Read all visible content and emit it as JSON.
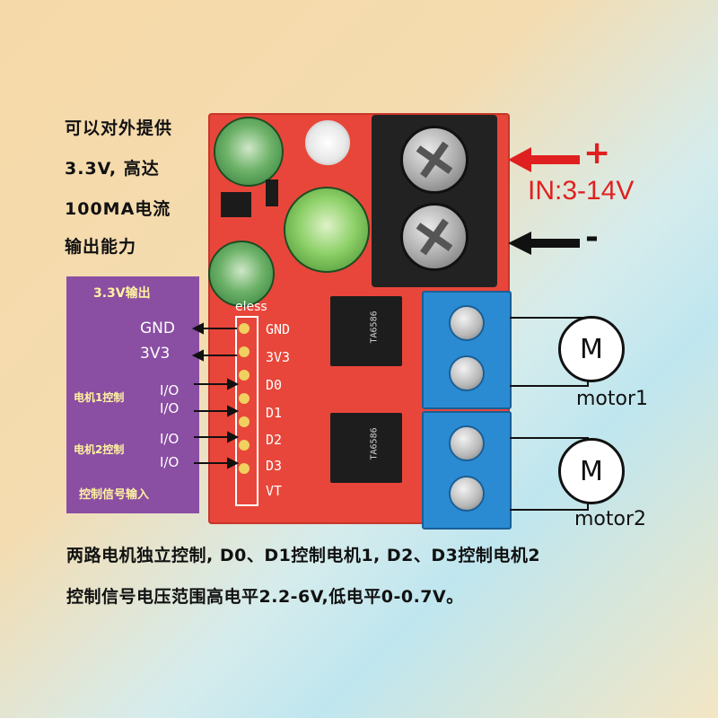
{
  "notes": {
    "line1": "可以对外提供",
    "line2": "3.3V, 高达",
    "line3": "100MA电流",
    "line4": "输出能力"
  },
  "power_input": {
    "plus": "+",
    "minus": "-",
    "label": "IN:3-14V"
  },
  "output_box": {
    "title": "3.3V输出",
    "gnd": "GND",
    "v33": "3V3",
    "motor1_ctrl": "电机1控制",
    "motor2_ctrl": "电机2控制",
    "io": "I/O",
    "footer": "控制信号输入"
  },
  "pins": [
    "GND",
    "3V3",
    "D0",
    "D1",
    "D2",
    "D3",
    "VT"
  ],
  "board": {
    "silk": "eless",
    "chip1": "TA6586",
    "chip2": "TA6586"
  },
  "motors": {
    "symbol": "M",
    "motor1": "motor1",
    "motor2": "motor2"
  },
  "footer": {
    "line1": "两路电机独立控制, D0、D1控制电机1, D2、D3控制电机2",
    "line2": "控制信号电压范围高电平2.2-6V,低电平0-0.7V。"
  },
  "colors": {
    "pcb": "#e8463a",
    "purple": "#8a4ea3",
    "plus_arrow": "#e02020",
    "minus_arrow": "#111111",
    "input_label": "#e02020"
  }
}
